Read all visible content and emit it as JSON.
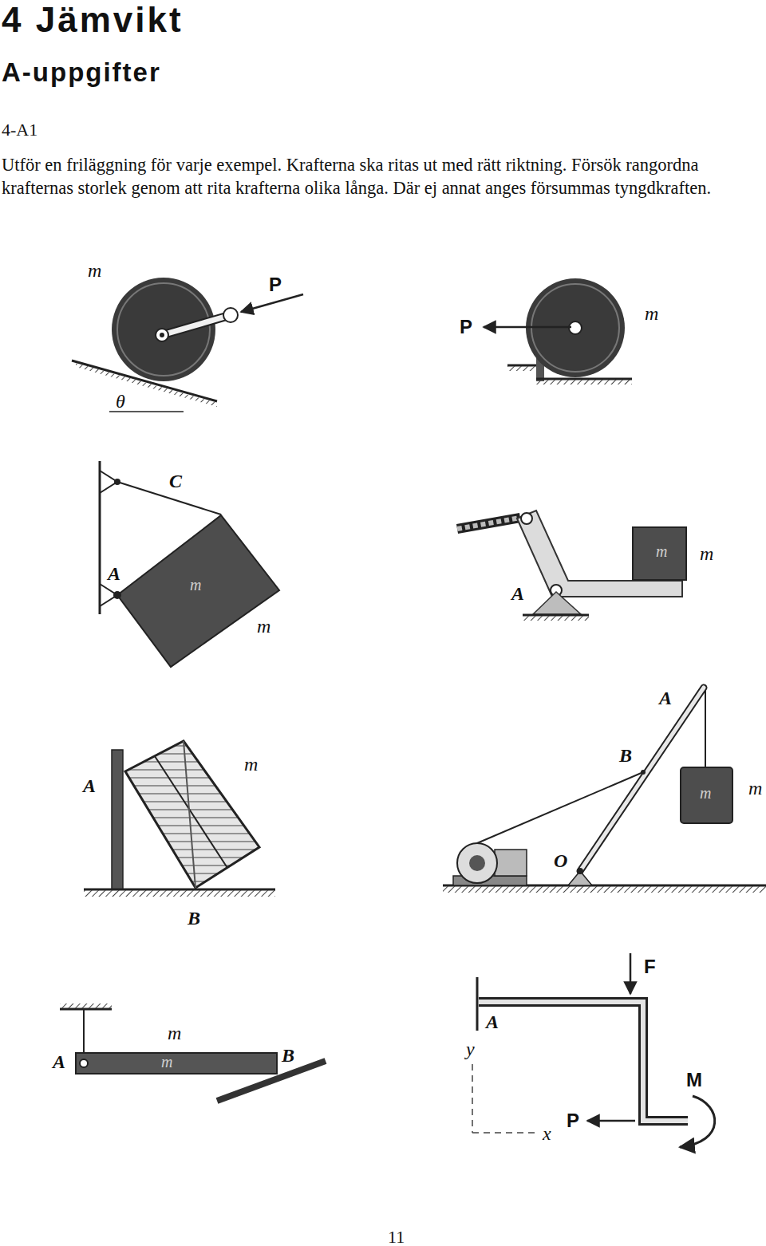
{
  "diagram": {
    "title": "4 Jämvikt",
    "labels": [
      "A-uppgifter",
      "4-A1",
      "Utför en friläggning för varje exempel. Krafterna ska ritas ut med rätt riktning. Försök rangordna krafternas storlek genom att rita krafterna olika långa. Där ej annat anges försummas tyngdkraften.",
      "m",
      "P",
      "θ",
      "P",
      "m",
      "C",
      "A",
      "m",
      "m",
      "A",
      "m",
      "m",
      "A",
      "m",
      "B",
      "A",
      "B",
      "m",
      "m",
      "O",
      "m",
      "A",
      "m",
      "B",
      "F",
      "A",
      "y",
      "M",
      "P",
      "x",
      "11"
    ]
  }
}
